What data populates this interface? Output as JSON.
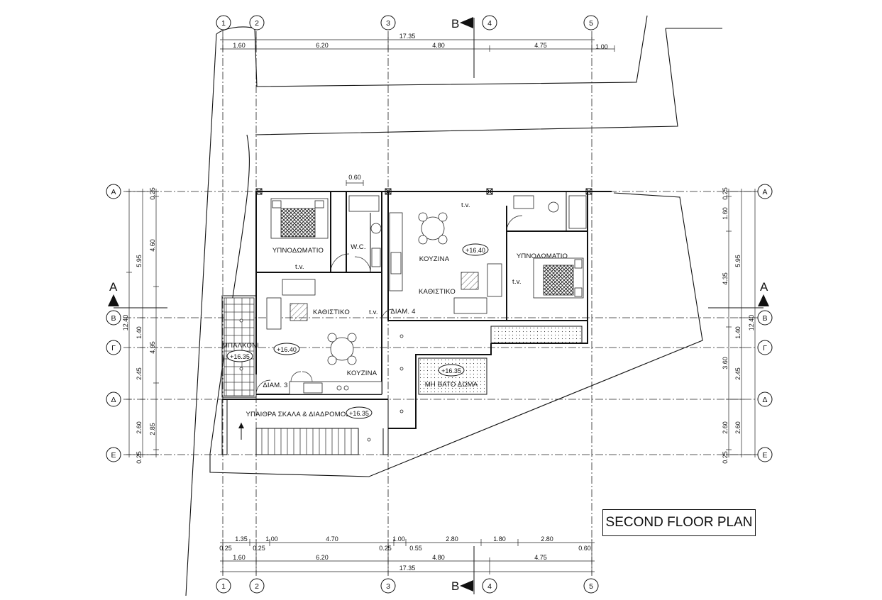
{
  "title": "SECOND FLOOR PLAN",
  "grid_columns": [
    "1",
    "2",
    "3",
    "4",
    "5"
  ],
  "grid_rows": [
    "A",
    "B",
    "Γ",
    "Δ",
    "E"
  ],
  "section_marks": {
    "horizontal": "A",
    "vertical": "B"
  },
  "dimensions": {
    "top_total": "17.35",
    "top_segments": [
      "1.60",
      "6.20",
      "4.80",
      "4.75",
      "1.00"
    ],
    "bottom_detail_upper": [
      "1.35",
      "1.00",
      "4.70",
      "1.00",
      "2.80",
      "1.80",
      "2.80"
    ],
    "bottom_detail_lower": [
      "0.25",
      "0.25",
      "0.25",
      "0.55",
      "0.60"
    ],
    "bottom_segments": [
      "1.60",
      "6.20",
      "4.80",
      "4.75"
    ],
    "bottom_total": "17.35",
    "left_outer": [
      "5.95",
      "12.40",
      "2.60"
    ],
    "left_inner": [
      "0.25",
      "4.60",
      "1.40",
      "4.95",
      "2.45",
      "2.85",
      "0.25"
    ],
    "right_inner": [
      "0.25",
      "1.60",
      "4.35",
      "3.60",
      "2.60",
      "0.25"
    ],
    "right_outer": [
      "5.95",
      "12.40",
      "1.40",
      "2.45",
      "2.60"
    ],
    "window_width": "0.60"
  },
  "rooms": {
    "bedroom_left": "ΥΠΝΟΔΩΜΑΤΙΟ",
    "wc": "W.C.",
    "living_left": "ΚΑΘΙΣΤΙΚΟ",
    "kitchen_left": "ΚΟΥΖΙΝΑ",
    "balcony": "ΜΠΑΛΚΟΝΙ",
    "apartment_3": "ΔΙΑΜ. 3",
    "stairs": "ΥΠΑΙΘΡΑ ΣΚΑΛΑ & ΔΙΑΔΡΟΜΟΣ",
    "kitchen_right": "ΚΟΥΖΙΝΑ",
    "living_right": "ΚΑΘΙΣΤΙΚΟ",
    "bedroom_right": "ΥΠΝΟΔΩΜΑΤΙΟ",
    "apartment_4": "ΔΙΑΜ. 4",
    "roof": "ΜΗ ΒΑΤΟ ΔΩΜΑ"
  },
  "tv_labels": [
    "t.v.",
    "t.v.",
    "t.v.",
    "t.v."
  ],
  "levels": {
    "balcony": "+16.35",
    "living_left": "+16.40",
    "kitchen_right": "+16.40",
    "roof": "+16.35",
    "stairs": "+16.35"
  }
}
